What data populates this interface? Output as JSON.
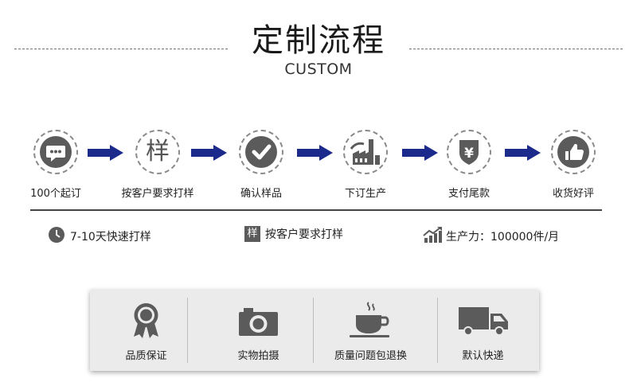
{
  "header": {
    "title": "定制流程",
    "subtitle": "CUSTOM"
  },
  "steps": [
    {
      "label": "100个起订",
      "icon": "chat-dots-icon"
    },
    {
      "label": "按客户要求打样",
      "icon_text": "样",
      "icon": "sample-char-icon"
    },
    {
      "label": "确认样品",
      "icon": "check-icon"
    },
    {
      "label": "下订生产",
      "icon": "factory-icon"
    },
    {
      "label": "支付尾款",
      "icon": "yen-shield-icon"
    },
    {
      "label": "收货好评",
      "icon": "thumbs-up-icon"
    }
  ],
  "info": {
    "speed": "7-10天快速打样",
    "sample_icon_text": "样",
    "sample": "按客户要求打样",
    "capacity": "生产力：100000件/月"
  },
  "guarantees": [
    {
      "label": "品质保证",
      "icon": "award-ribbon-icon"
    },
    {
      "label": "实物拍摄",
      "icon": "camera-icon"
    },
    {
      "label": "质量问题包退换",
      "icon": "coffee-cup-icon"
    },
    {
      "label": "默认快递",
      "icon": "truck-icon"
    }
  ],
  "colors": {
    "arrow": "#1c2a8c",
    "icon_gray": "#5b5b5b"
  }
}
